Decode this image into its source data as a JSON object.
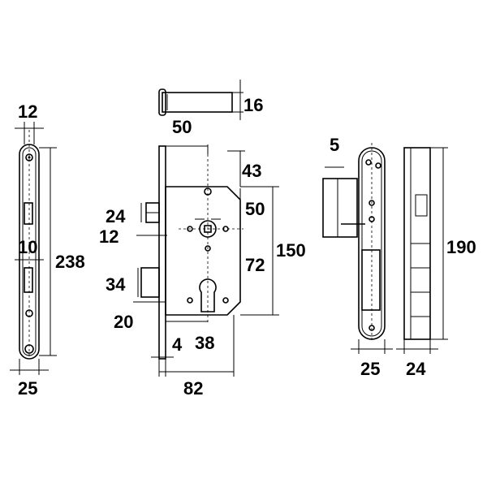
{
  "dimensions": {
    "faceplate_width_top": "12",
    "faceplate_height": "238",
    "faceplate_hole_offset": "10",
    "faceplate_width_bottom": "25",
    "pin_diameter": "16",
    "backset": "50",
    "top_to_spindle": "43",
    "latch_height": "24",
    "latch_projection": "12",
    "spindle_to_follower": "50",
    "case_height": "150",
    "centre_distance": "72",
    "bolt_height": "34",
    "bolt_projection": "20",
    "plate_thickness": "4",
    "cylinder_offset": "38",
    "case_depth": "82",
    "strike_offset": "5",
    "strike_height": "190",
    "strike_width": "25",
    "strike_depth": "24"
  }
}
